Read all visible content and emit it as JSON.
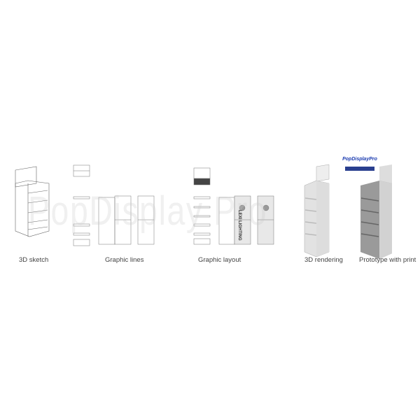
{
  "stages": [
    {
      "label": "3D sketch"
    },
    {
      "label": "Graphic lines"
    },
    {
      "label": "Graphic layout"
    },
    {
      "label": "3D rendering"
    },
    {
      "label": "Prototype with print"
    }
  ],
  "logo": {
    "text": "PopDisplayPro"
  },
  "watermark": {
    "text": "PopDisplay Pro"
  },
  "brand_print": {
    "text": "LEXI LIGHTING"
  },
  "colors": {
    "line": "#555555",
    "render": "#d8d8d8",
    "logo": "#1a3bb0"
  }
}
